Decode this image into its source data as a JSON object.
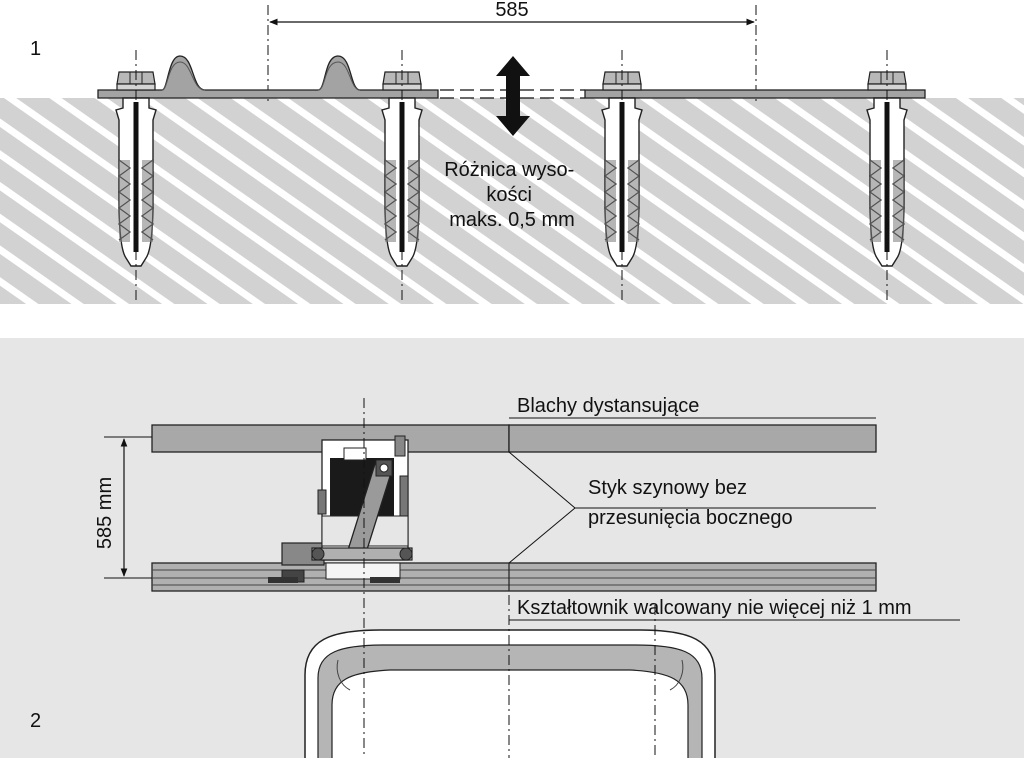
{
  "panel1": {
    "number": "1",
    "dimension_label": "585",
    "note_lines": [
      "Różnica wyso-",
      "kości",
      "maks. 0,5 mm"
    ]
  },
  "panel2": {
    "number": "2",
    "height_label": "585 mm",
    "label_spacers": "Blachy dystansujące",
    "label_joint_line1": "Styk szynowy bez",
    "label_joint_line2": "przesunięcia bocznego",
    "label_rolled": "Kształtownik walcowany nie więcej niż 1 mm"
  },
  "colors": {
    "hatch_bg": "#d2d2d2",
    "hatch_line": "#ffffff",
    "panel2_bg": "#e6e6e6",
    "metal": "#9a9a9a",
    "rail": "#a8a8a8",
    "dark": "#111111"
  }
}
